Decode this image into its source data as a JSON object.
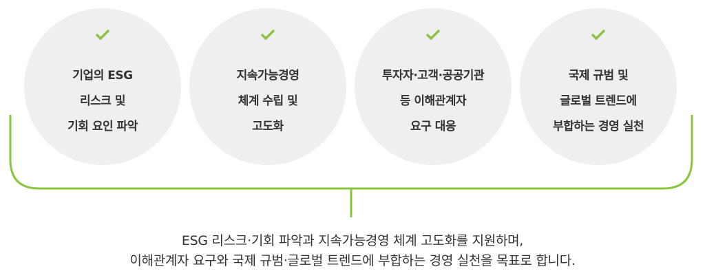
{
  "items": [
    {
      "lines": [
        "기업의 ESG",
        "리스크 및",
        "기회 요인 파악"
      ]
    },
    {
      "lines": [
        "지속가능경영",
        "체계 수립 및",
        "고도화"
      ]
    },
    {
      "lines": [
        "투자자·고객·공공기관",
        "등 이해관계자",
        "요구 대응"
      ]
    },
    {
      "lines": [
        "국제 규범 및",
        "글로벌 트렌드에",
        "부합하는 경영 실천"
      ]
    }
  ],
  "summary": {
    "line1": "ESG 리스크·기회 파악과 지속가능경영 체계 고도화를 지원하며,",
    "line2": "이해관계자 요구와 국제 규범·글로벌 트렌드에 부합하는 경영 실천을 목표로 합니다."
  },
  "colors": {
    "accent": "#8cc63f",
    "circle": "#efefef",
    "text": "#333333"
  }
}
